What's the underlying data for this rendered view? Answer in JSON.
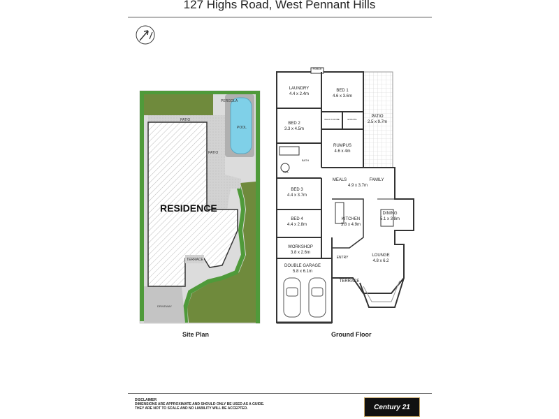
{
  "header": {
    "title": "127 Highs Road, West Pennant Hills"
  },
  "site_plan": {
    "caption": "Site Plan",
    "residence": "RESIDENCE",
    "labels": {
      "pergola": "PERGOLA",
      "patio_top": "PATIO",
      "patio_side": "PATIO",
      "pool": "POOL",
      "terrace": "TERRACE",
      "driveway": "DRIVEWAY"
    }
  },
  "ground_floor": {
    "caption": "Ground Floor",
    "rooms": {
      "porch": "PORCH",
      "laundry": {
        "name": "LAUNDRY",
        "size": "4.4 x 2.4m"
      },
      "bed1": {
        "name": "BED 1",
        "size": "4.6 x 3.6m"
      },
      "bed2": {
        "name": "BED 2",
        "size": "3.3 x 4.5m"
      },
      "patio": {
        "name": "PATIO",
        "size": "2.5 x 9.7m"
      },
      "rumpus": {
        "name": "RUMPUS",
        "size": "4.6 x 4m"
      },
      "bath": "BATH",
      "spa": "SPA",
      "walk_in_robe": "WALK IN ROBE",
      "ensuite": "ENSUITE",
      "meals": "MEALS",
      "family": "FAMILY",
      "meals_family_size": "4.9 x 3.7m",
      "bed3": {
        "name": "BED 3",
        "size": "4.4 x 3.7m"
      },
      "dining": {
        "name": "DINING",
        "size": "5.1 x 3.8m"
      },
      "kitchen": {
        "name": "KITCHEN",
        "size": "3.8 x 4.9m"
      },
      "bed4": {
        "name": "BED 4",
        "size": "4.4 x 2.8m"
      },
      "workshop": {
        "name": "WORKSHOP",
        "size": "3.8 x 2.6m"
      },
      "lounge": {
        "name": "LOUNGE",
        "size": "4.8 x 6.2"
      },
      "entry": "ENTRY",
      "garage": {
        "name": "DOUBLE GARAGE",
        "size": "5.8 x 6.1m"
      },
      "terrace": "TERRACE"
    }
  },
  "disclaimer": {
    "heading": "DISCLAIMER",
    "line1": "DIMENSIONS ARE APPROXIMATE AND SHOULD ONLY BE USED AS A  GUIDE.",
    "line2": "THEY ARE NOT TO SCALE AND NO LIABILITY WILL BE ACCEPTED."
  },
  "brand": {
    "logo_text": "Century 21"
  },
  "colors": {
    "lawn": "#6f8a3c",
    "hedge": "#4f9a3a",
    "pool": "#7fd0e8",
    "paving": "#c8c8c8",
    "wall": "#333333",
    "tile": "#dddddd"
  }
}
